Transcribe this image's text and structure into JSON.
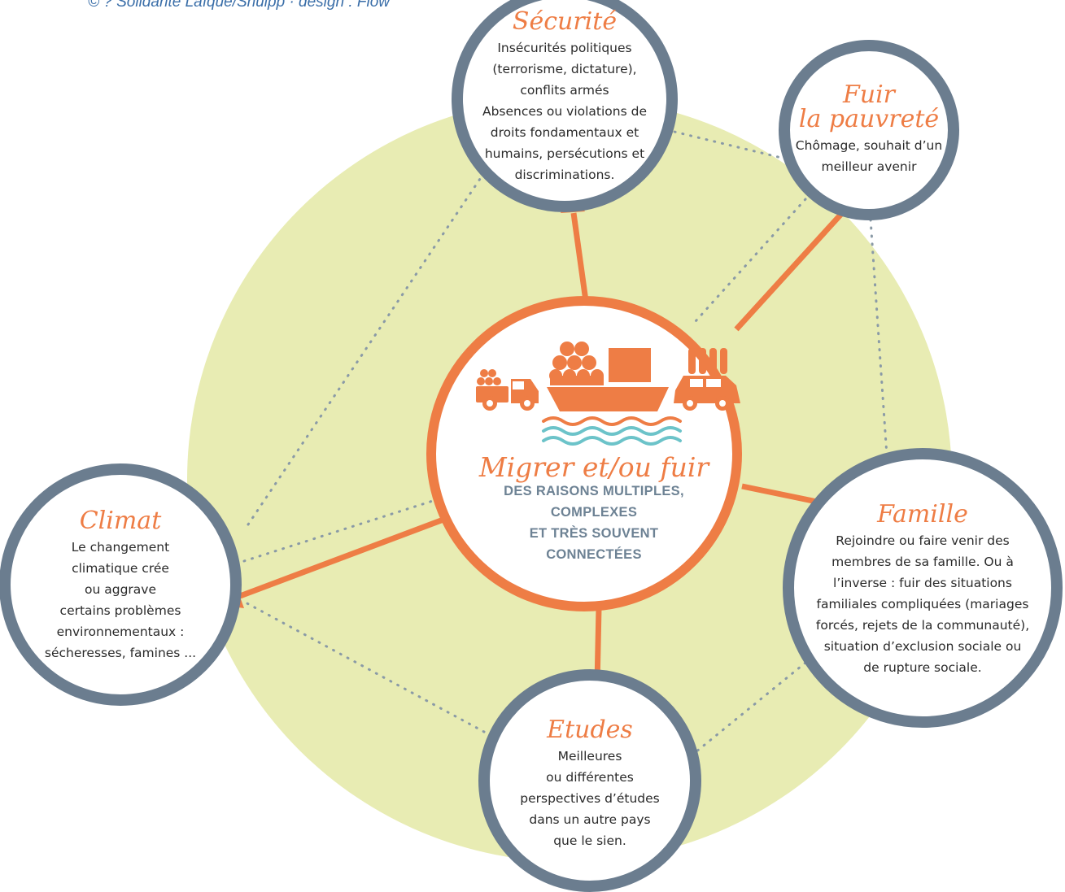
{
  "credit": "© ? Solidarité Laïque/Snuipp · design : Flow",
  "center": {
    "title": "Migrer et/ou fuir",
    "subtitle": "DES RAISONS MULTIPLES,\nCOMPLEXES\nET TRÈS SOUVENT\nCONNECTÉES",
    "icons": [
      "truck-icon",
      "boat-icon",
      "car-icon",
      "waves-icon"
    ]
  },
  "nodes": {
    "securite": {
      "title": "Sécurité",
      "text": "Insécurités politiques\n(terrorisme, dictature),\nconflits armés\nAbsences ou violations de\ndroits fondamentaux et\nhumains, persécutions et\ndiscriminations."
    },
    "pauvrete": {
      "title_line1": "Fuir",
      "title_line2": "la pauvreté",
      "text": "Chômage, souhait d’un\nmeilleur avenir"
    },
    "famille": {
      "title": "Famille",
      "text": "Rejoindre ou faire venir des\nmembres de sa famille. Ou à\nl’inverse : fuir des situations\nfamiliales compliquées (mariages\nforcés, rejets de la communauté),\nsituation d’exclusion sociale ou\nde rupture sociale."
    },
    "etudes": {
      "title": "Etudes",
      "text": "Meilleures\nou différentes\nperspectives d’études\ndans un autre pays\nque le sien."
    },
    "climat": {
      "title": "Climat",
      "text": "Le changement\nclimatique crée\nou aggrave\ncertains problèmes\nenvironnementaux :\nsécheresses, famines ..."
    }
  },
  "colors": {
    "background_disc": "#e8ecb3",
    "accent_orange": "#ee7d45",
    "ring_slate": "#6b7d8f",
    "dotted_line": "#8a9aa6",
    "subtitle_slate": "#6d8294",
    "wave_teal": "#6cc3c9"
  }
}
